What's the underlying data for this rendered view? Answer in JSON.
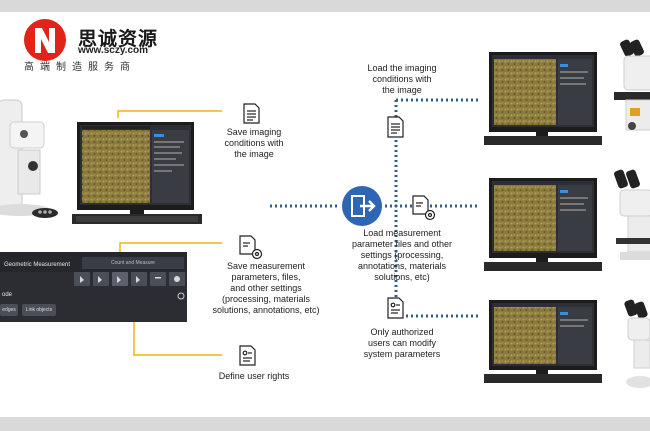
{
  "logo": {
    "brand_cn": "思诚资源",
    "url": "www.sczy.com",
    "tagline_cn": "高端制造服务商"
  },
  "labels": {
    "save_imaging": "Save imaging\nconditions with\nthe image",
    "save_measurement": "Save measurement\nparameters, files,\nand other settings\n(processing, materials\nsolutions, annotations, etc)",
    "define_rights": "Define user rights",
    "load_imaging": "Load the imaging\nconditions with\nthe image",
    "load_measurement": "Load measurement\nparameter files and other\nsettings (processing,\nannotations, materials\nsolutions, etc)",
    "only_authorized": "Only authorized\nusers can modify\nsystem parameters"
  },
  "software_panel": {
    "title": "Geometric Measurement",
    "segment": "Count and Measure",
    "mode_label": "ode",
    "button_left": "edges",
    "button_right": "Link objects"
  },
  "colors": {
    "accent_yellow": "#f2b21c",
    "dotted_blue": "#2d5f8e",
    "hub_blue": "#2f66b3",
    "logo_red": "#e2231a"
  }
}
